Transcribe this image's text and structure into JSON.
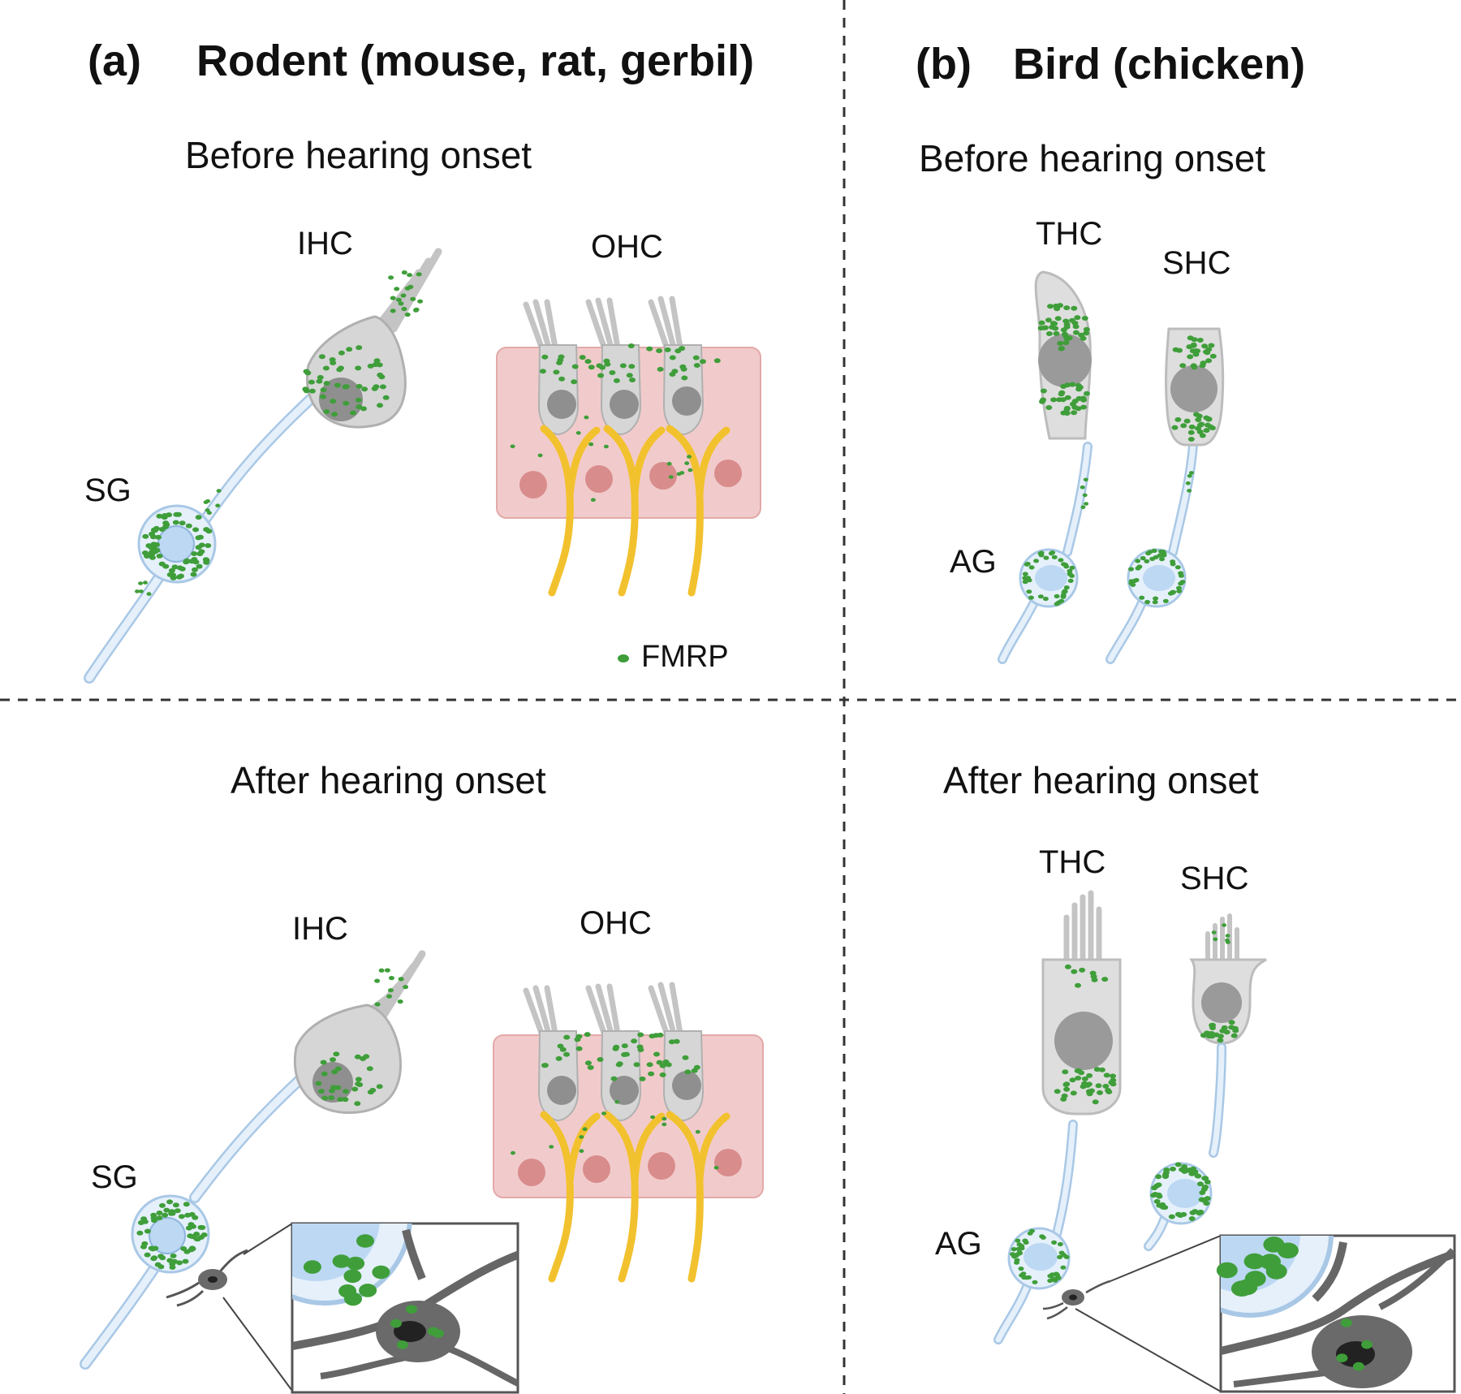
{
  "panels": {
    "a": {
      "letter": "(a)",
      "title": "Rodent (mouse, rat, gerbil)"
    },
    "b": {
      "letter": "(b)",
      "title": "Bird (chicken)"
    }
  },
  "stages": {
    "before": "Before hearing onset",
    "after": "After hearing onset"
  },
  "labels": {
    "ihc": "IHC",
    "ohc": "OHC",
    "sg": "SG",
    "thc": "THC",
    "shc": "SHC",
    "ag": "AG"
  },
  "legend": {
    "label": "FMRP"
  },
  "colors": {
    "fmrp": "#3f9e3a",
    "hair_cell": "#d6d6d6",
    "nucleus": "#8f8f8f",
    "neuron": "#e5f0fb",
    "neuron_outline": "#a9c8e6",
    "support_tissue": "#f1cbcb",
    "support_nucleus": "#d98c8c",
    "efferent": "#f2c12e",
    "glia": "#6a6a6a"
  }
}
